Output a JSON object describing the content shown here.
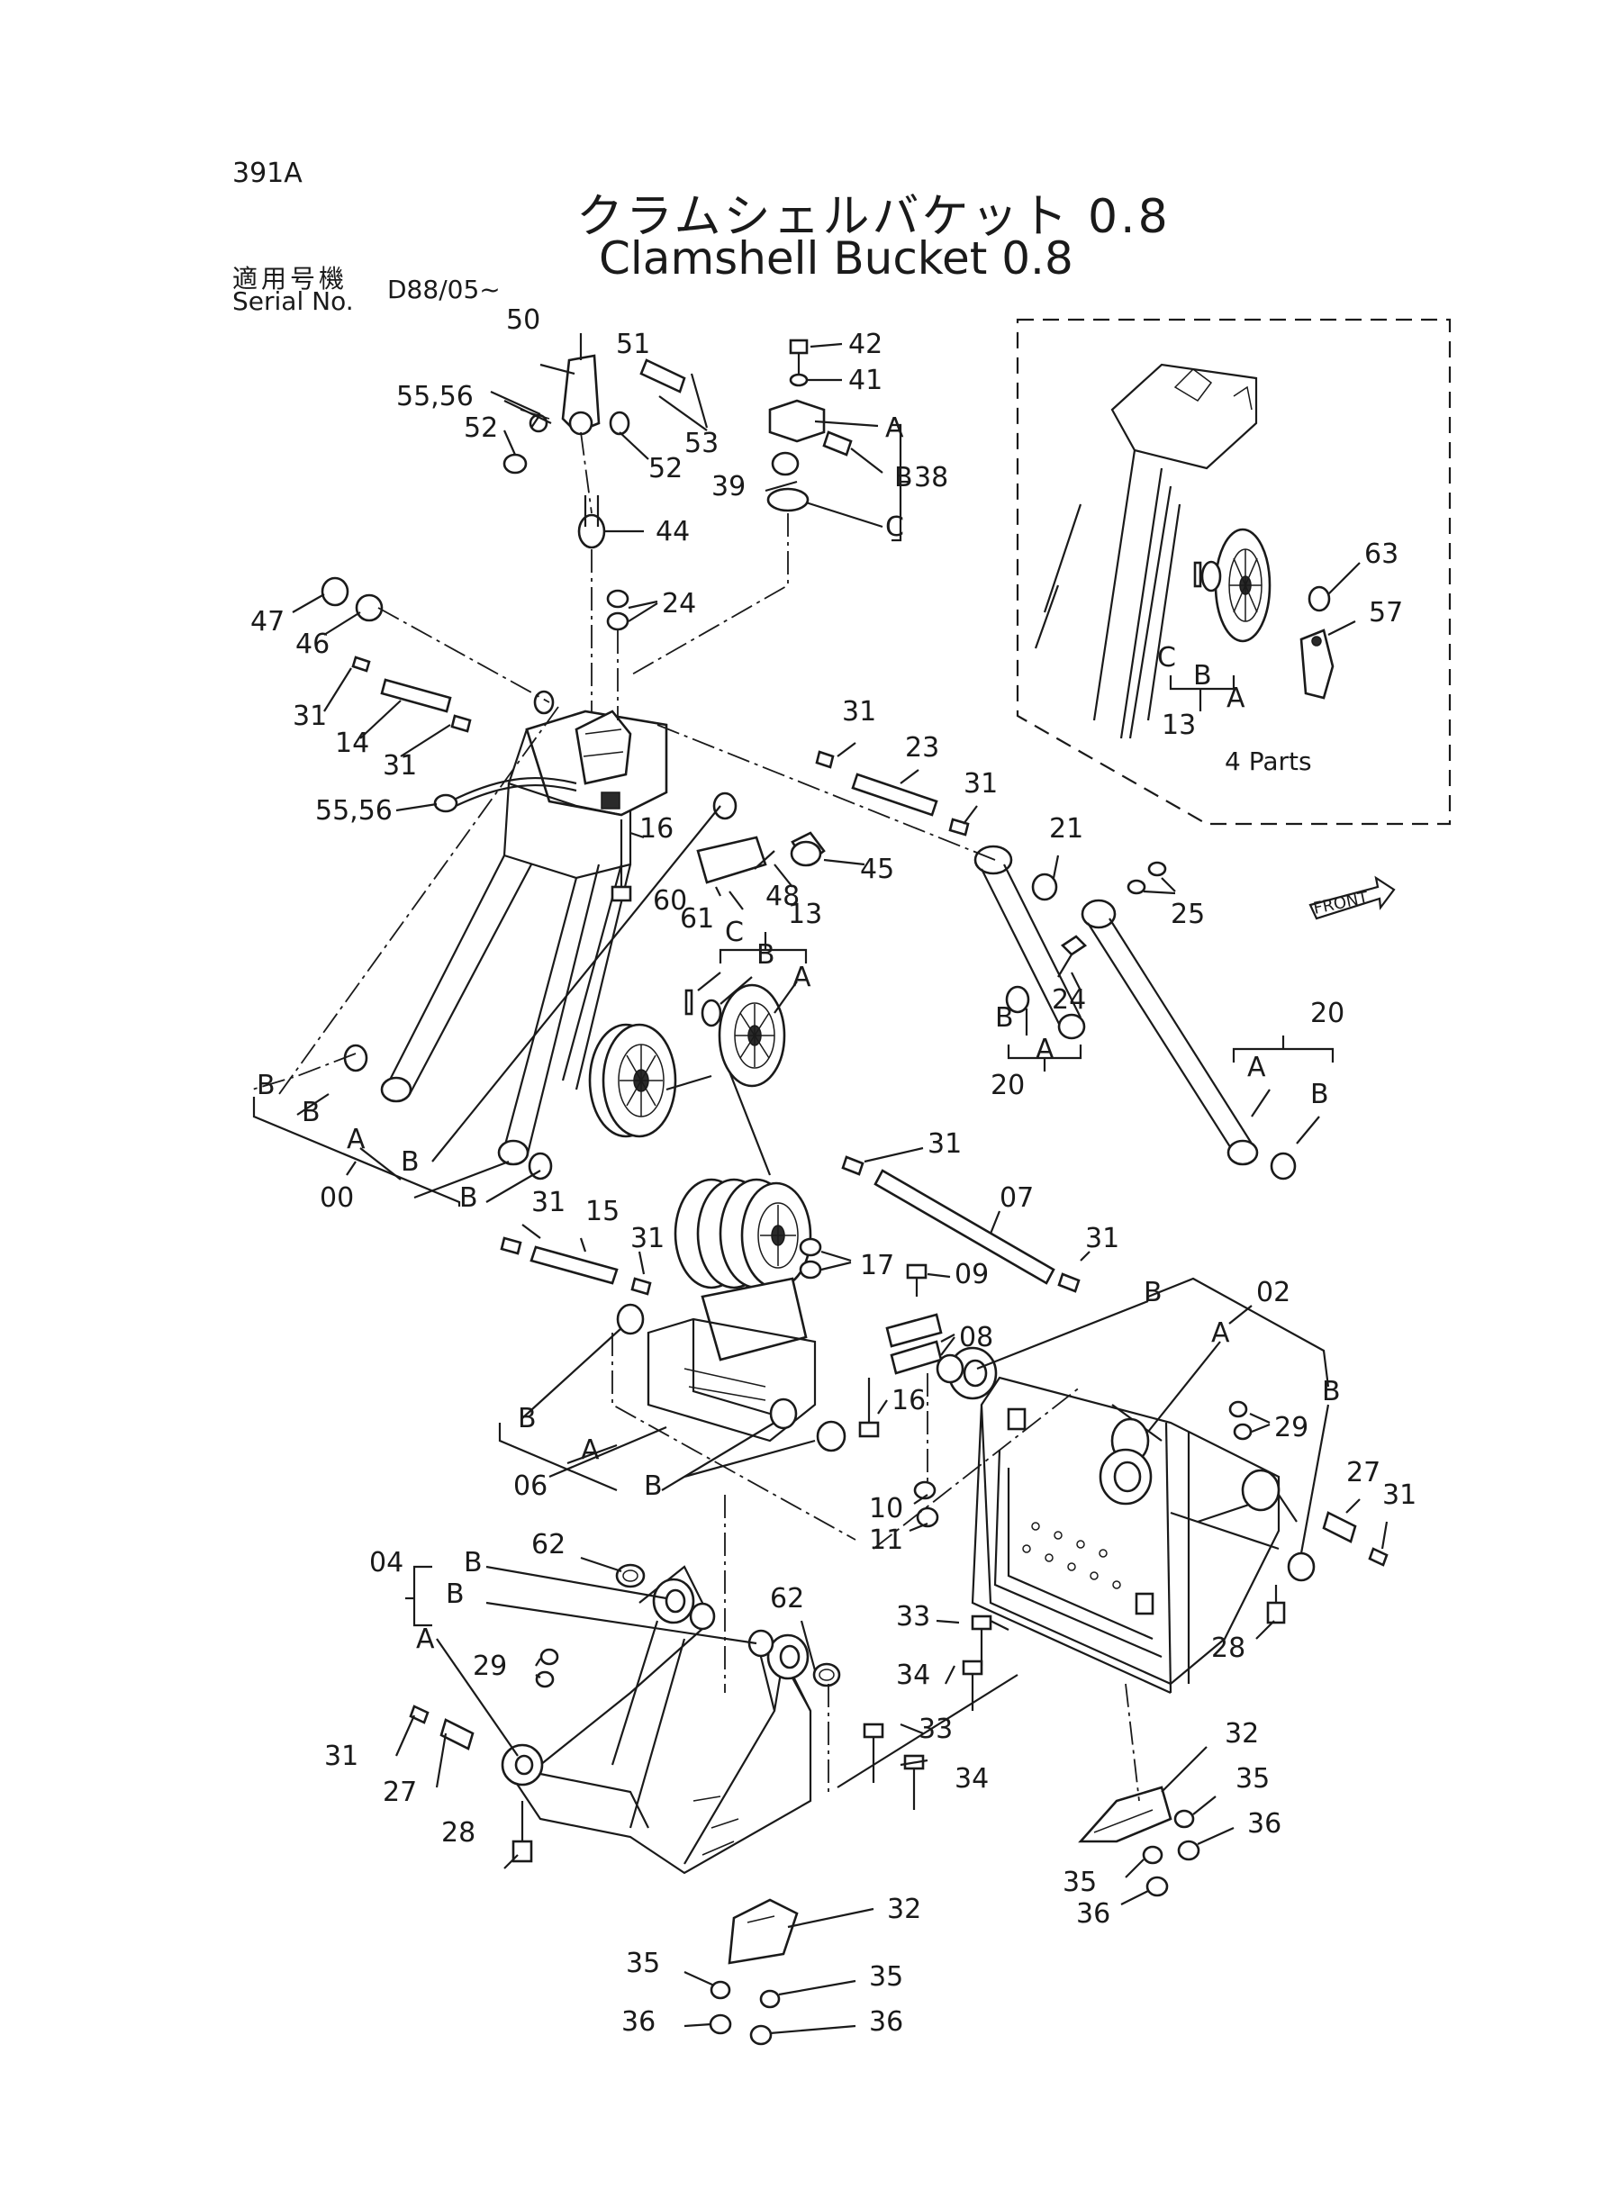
{
  "header": {
    "page_code": "391A",
    "title_jp": "クラムシェルバケット 0.8",
    "title_en": "Clamshell Bucket 0.8",
    "serial_label_jp": "適用号機",
    "serial_label_en": "Serial No.",
    "serial_value": "D88/05~"
  },
  "inset": {
    "note": "4 Parts"
  },
  "front_label": "FRONT",
  "part_labels": [
    "00",
    "02",
    "04",
    "06",
    "07",
    "08",
    "09",
    "10",
    "11",
    "13",
    "14",
    "15",
    "16",
    "17",
    "20",
    "21",
    "23",
    "24",
    "25",
    "27",
    "28",
    "29",
    "31",
    "32",
    "33",
    "34",
    "35",
    "36",
    "38",
    "39",
    "41",
    "42",
    "44",
    "45",
    "46",
    "47",
    "48",
    "50",
    "51",
    "52",
    "53",
    "55,56",
    "57",
    "60",
    "61",
    "62",
    "63"
  ],
  "sub_labels": [
    "A",
    "B",
    "C"
  ]
}
